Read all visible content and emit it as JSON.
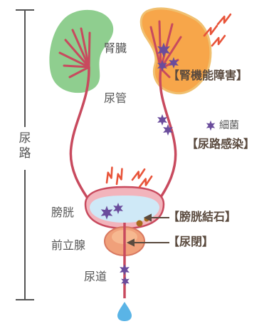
{
  "labels": {
    "kidney": "腎臓",
    "ureter": "尿管",
    "bladder": "膀胱",
    "prostate": "前立腺",
    "urethra": "尿道",
    "urinary_tract_vertical": "尿路",
    "bacteria_legend": "細菌"
  },
  "conditions": {
    "kidney_dysfunction": "【腎機能障害】",
    "uti": "【尿路感染】",
    "bladder_stone": "【膀胱結石】",
    "urinary_retention": "【尿閉】"
  },
  "colors": {
    "kidney_healthy": "#8fce8f",
    "kidney_affected": "#f7a64a",
    "kidney_border": "#f0c070",
    "vessel": "#c84a5e",
    "lightning": "#e8543a",
    "bladder_fill": "#cfe9f7",
    "bladder_wall": "#f2b4bc",
    "prostate": "#f0a07a",
    "prostate_border": "#d87860",
    "bacteria": "#6a4c9c",
    "stone": "#a86a1e",
    "droplet": "#5ab4e6",
    "bracket": "#555555"
  },
  "icons": [
    "bacteria-icon",
    "lightning-icon",
    "stone-icon",
    "water-drop-icon"
  ]
}
